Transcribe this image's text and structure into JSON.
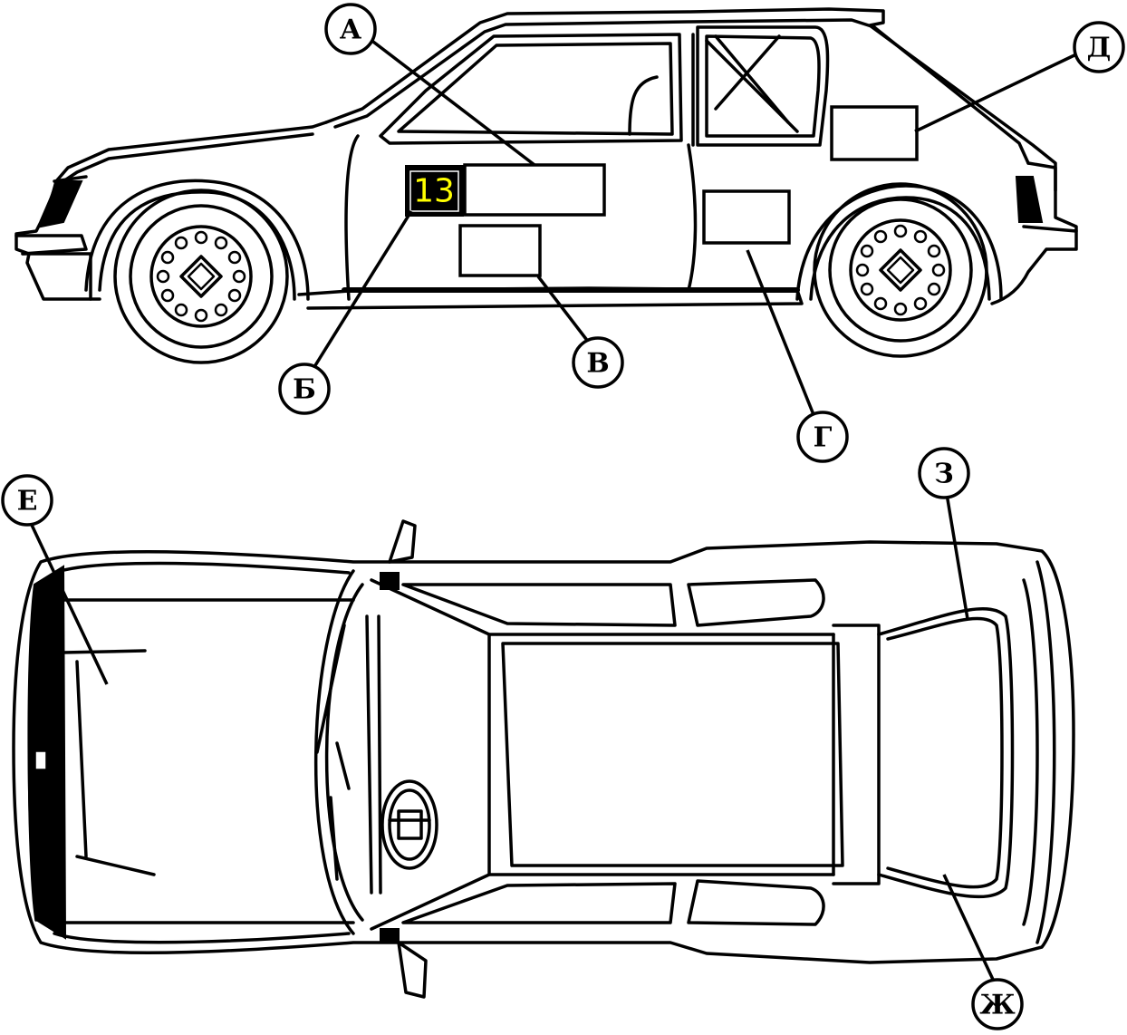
{
  "race_number": {
    "text": "13",
    "background": "#000000",
    "color": "#ffff00"
  },
  "callouts": {
    "a": "А",
    "b": "Б",
    "v": "В",
    "g": "Г",
    "d": "Д",
    "e": "Е",
    "zh": "Ж",
    "z": "З"
  }
}
